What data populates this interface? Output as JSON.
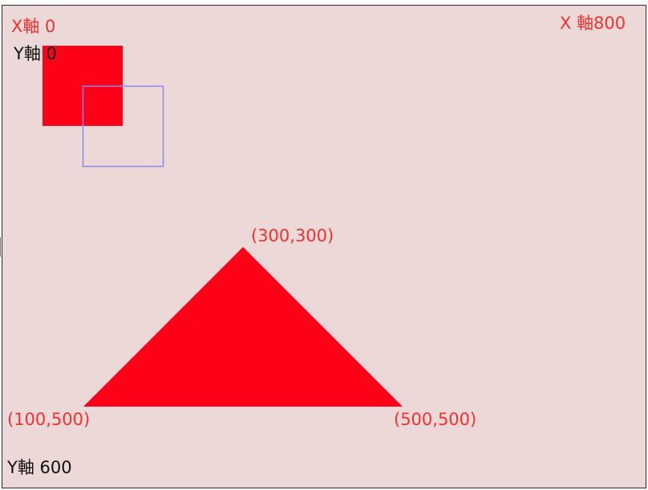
{
  "axes": {
    "x_origin_label": "X軸 0",
    "x_max_label": "X 軸800",
    "y_origin_label": "Y軸 0",
    "y_max_label": "Y軸 600"
  },
  "shapes": {
    "filled_square": {
      "color": "#ff0019"
    },
    "outline_square": {
      "stroke": "#8a86ee"
    },
    "triangle": {
      "color": "#ff0019",
      "apex_label": "(300,300)",
      "left_label": "(100,500)",
      "right_label": "(500,500)"
    }
  },
  "colors": {
    "background": "#edd8d8",
    "label_red": "#f0312f",
    "label_black": "#111111"
  }
}
